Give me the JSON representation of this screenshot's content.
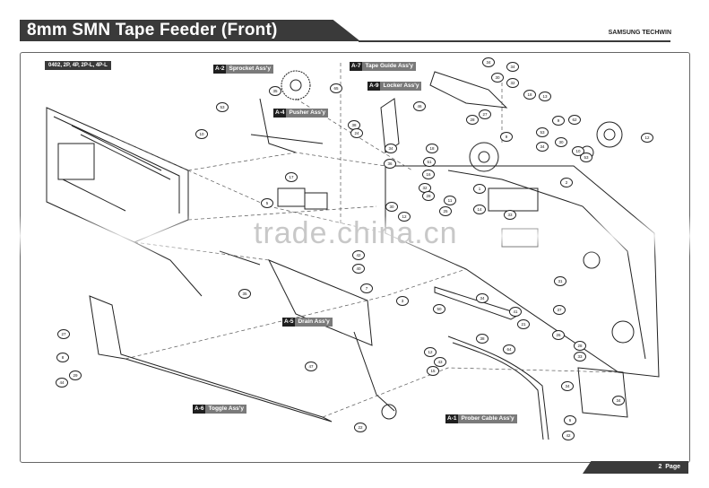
{
  "header": {
    "title": "8mm SMN Tape Feeder (Front)",
    "brand": "SAMSUNG TECHWIN"
  },
  "variants": "0402, 2P, 4P, 2P-L, 4P-L",
  "assemblies": [
    {
      "code": "A-2",
      "name": "Sprocket Ass'y"
    },
    {
      "code": "A-7",
      "name": "Tape Guide Ass'y"
    },
    {
      "code": "A-9",
      "name": "Locker Ass'y"
    },
    {
      "code": "A-4",
      "name": "Pusher Ass'y"
    },
    {
      "code": "A-5",
      "name": "Drain Ass'y"
    },
    {
      "code": "A-6",
      "name": "Toggle Ass'y"
    },
    {
      "code": "A-1",
      "name": "Prober Cable Ass'y"
    }
  ],
  "callouts": [
    "34",
    "34",
    "30",
    "32",
    "18",
    "10",
    "53",
    "35",
    "65",
    "38",
    "24",
    "46",
    "27",
    "28",
    "13",
    "9",
    "53",
    "62",
    "34",
    "30",
    "10",
    "53",
    "12",
    "34",
    "36",
    "18",
    "51",
    "16",
    "32",
    "28",
    "11",
    "1",
    "9",
    "30",
    "12",
    "25",
    "14",
    "33",
    "2",
    "17",
    "5",
    "42",
    "40",
    "7",
    "3",
    "35",
    "50",
    "34",
    "41",
    "21",
    "64",
    "31",
    "37",
    "26",
    "28",
    "33",
    "27",
    "8",
    "29",
    "44",
    "47",
    "22",
    "12",
    "43",
    "15",
    "34",
    "34",
    "6",
    "42",
    "38"
  ],
  "watermark": "trade.china.cn",
  "footer": {
    "page_num": "2",
    "page_label": "Page"
  }
}
